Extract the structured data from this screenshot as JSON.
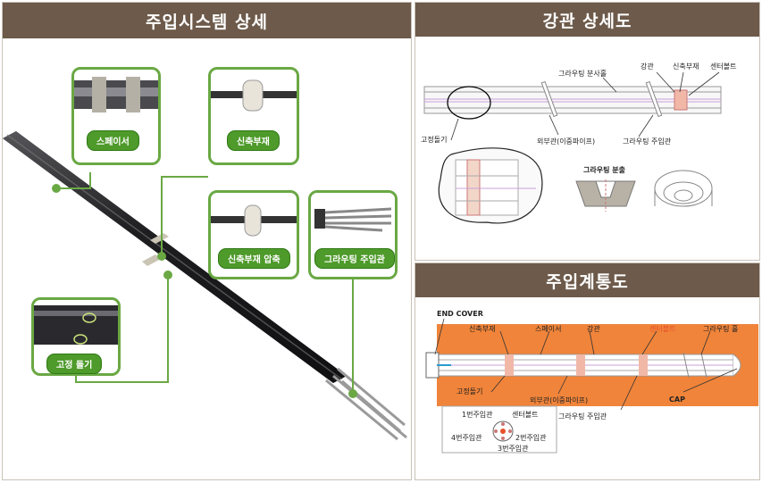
{
  "left_panel": {
    "title": "주입시스템 상세",
    "callouts": {
      "spacer": "스페이서",
      "expansion": "신축부재",
      "expansion_compressed": "신축부재 압축",
      "grouting_pipe": "그라우팅 주입관",
      "fixing_protrusion": "고정 돌기"
    }
  },
  "steel_pipe_detail": {
    "title": "강관 상세도",
    "labels": {
      "grouting_hole": "그라우팅 분사홀",
      "steel_pipe": "강관",
      "expansion_member": "신축부재",
      "center_bolt": "센터볼트",
      "fixing_protrusion": "고정돌기",
      "outer_pipe": "외부관(이중파이프)",
      "grouting_pipe": "그라우팅 주입관",
      "grouting_spray": "그라우팅 분출"
    }
  },
  "injection_system": {
    "title": "주입계통도",
    "labels": {
      "end_cover": "END COVER",
      "expansion_member": "신축부재",
      "spacer": "스페이서",
      "steel_pipe": "강관",
      "center_bolt": "센터볼트",
      "grouting_hole": "그라우팅 홀",
      "fixing_protrusion": "고정돌기",
      "outer_pipe": "외부관(이중파이프)",
      "grouting_pipe": "그라우팅 주입관",
      "cap": "CAP",
      "pipe1": "1번주입관",
      "center_bolt2": "센터볼트",
      "pipe4": "4번주입관",
      "pipe2": "2번주입관",
      "pipe3": "3번주입관"
    }
  },
  "colors": {
    "header_bg": "#6d5a4a",
    "callout_green": "#6aa844",
    "tag_green": "#4e9a2a",
    "soil_orange": "#f0843a",
    "center_bolt_red": "#e8502a"
  }
}
